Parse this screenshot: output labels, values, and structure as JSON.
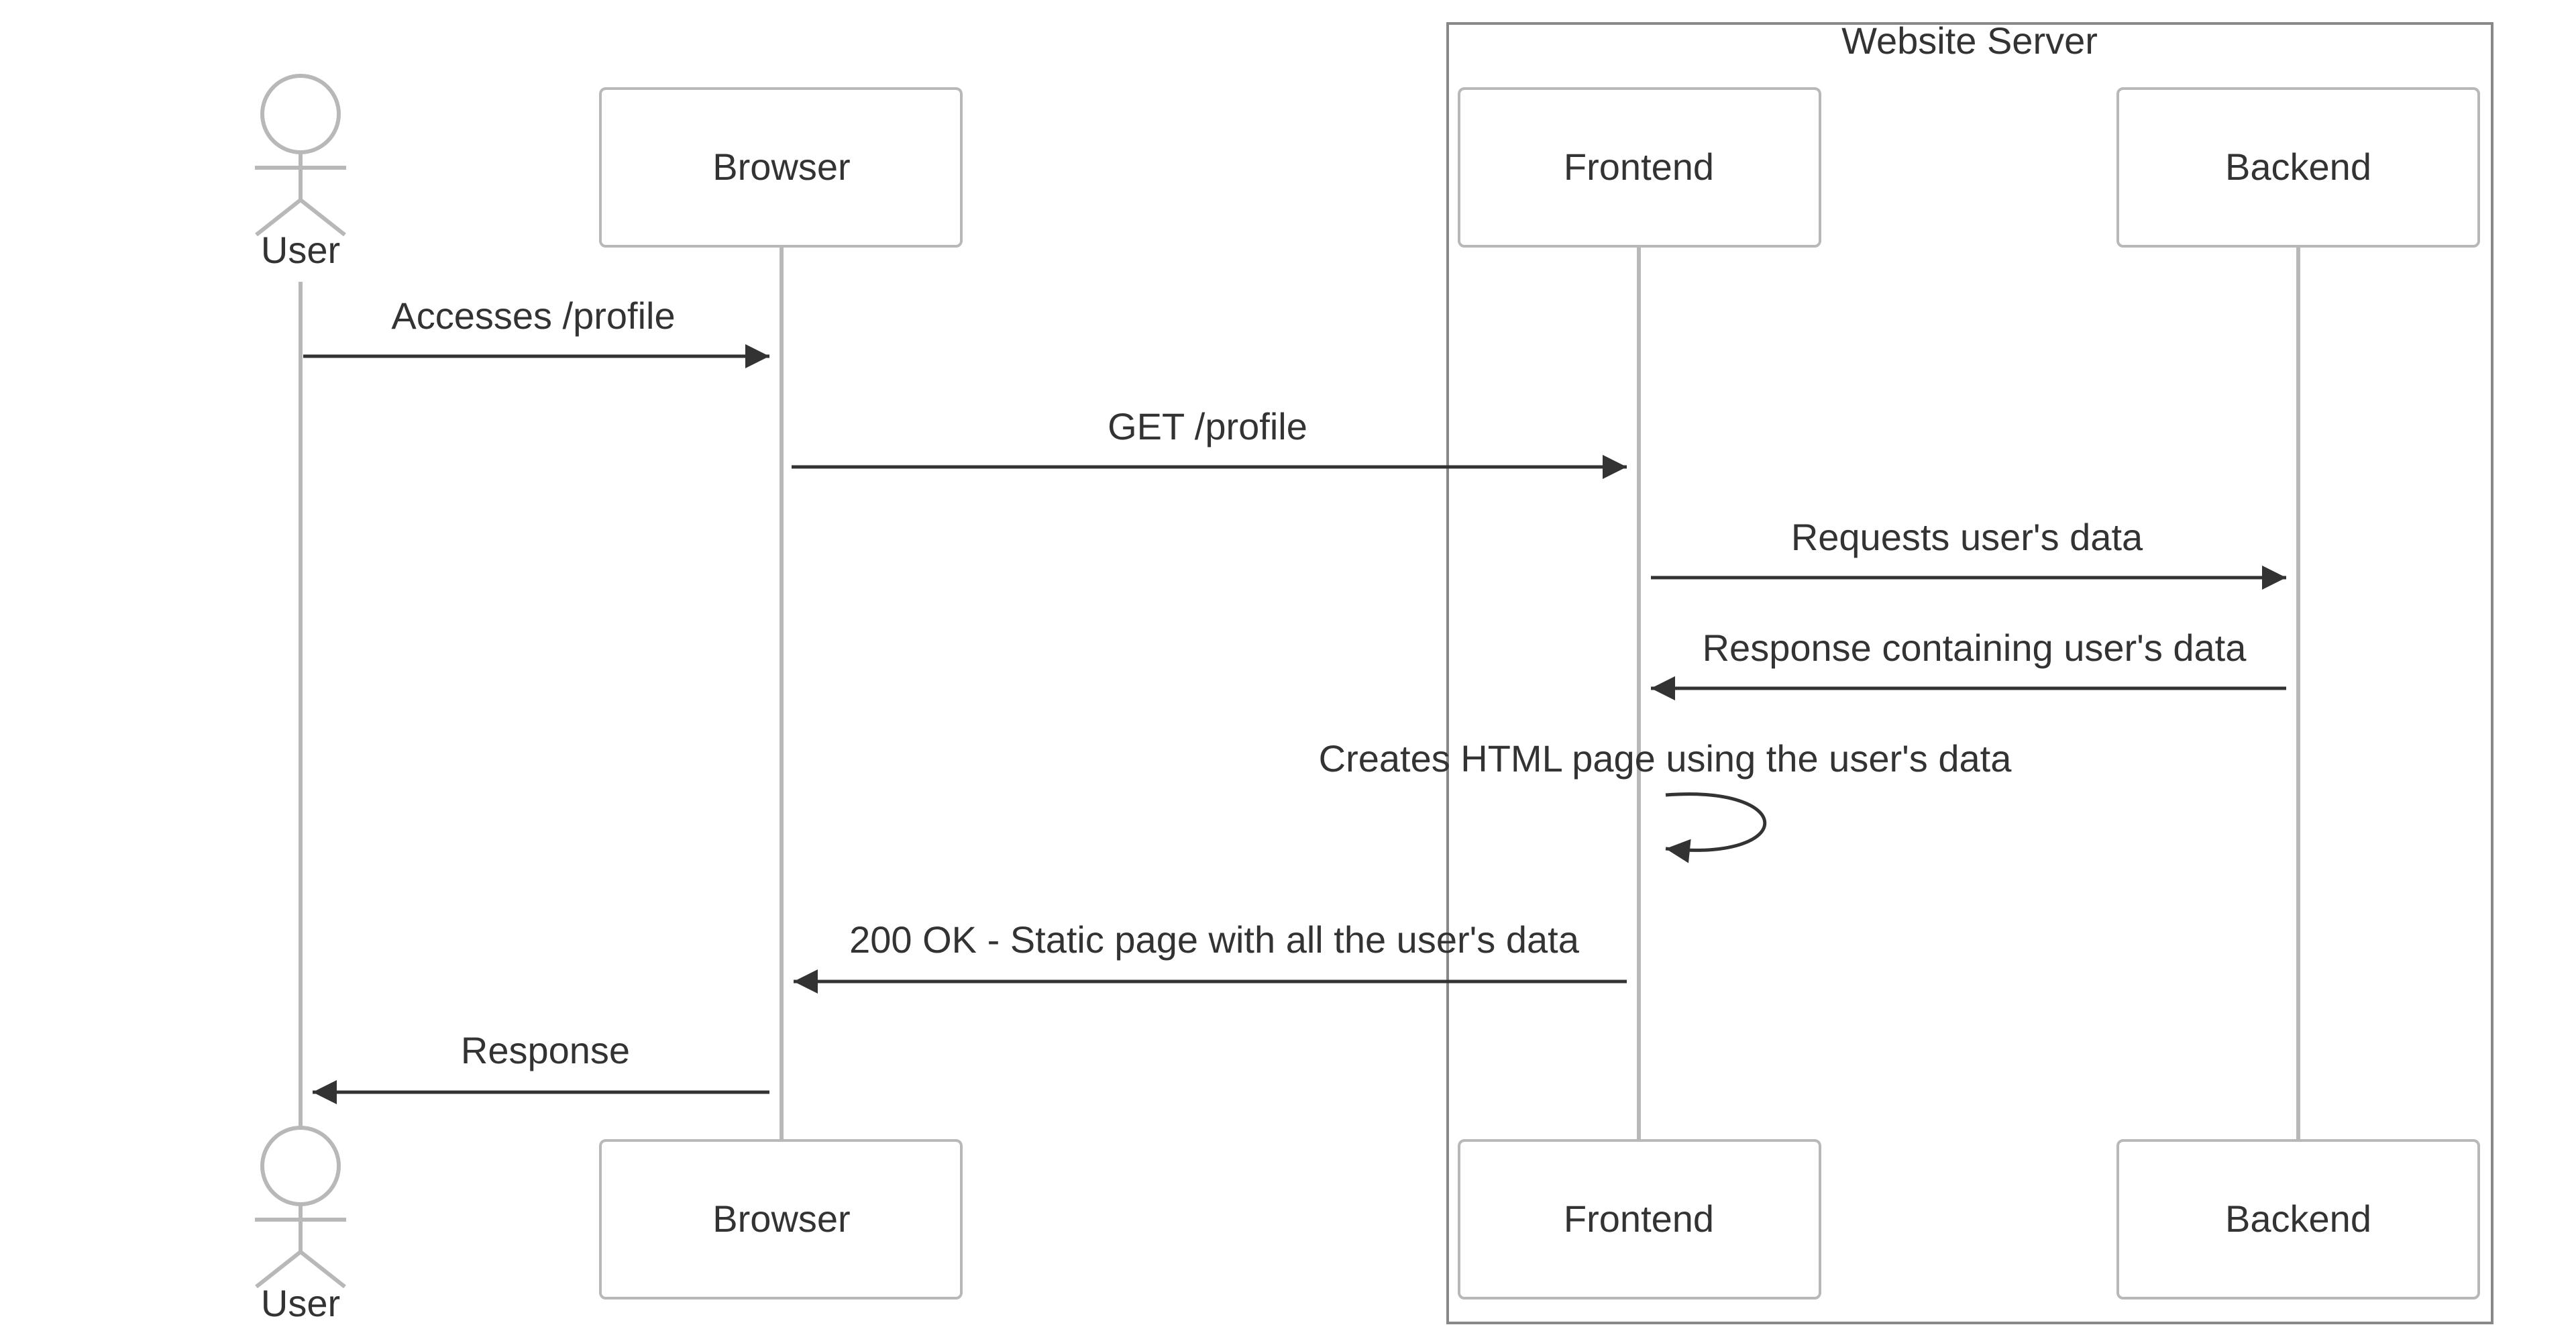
{
  "diagram": {
    "type": "sequence",
    "group": {
      "label": "Website Server"
    },
    "participants": [
      {
        "id": "user",
        "label": "User",
        "kind": "actor"
      },
      {
        "id": "browser",
        "label": "Browser",
        "kind": "box"
      },
      {
        "id": "frontend",
        "label": "Frontend",
        "kind": "box"
      },
      {
        "id": "backend",
        "label": "Backend",
        "kind": "box"
      }
    ],
    "messages": [
      {
        "from": "user",
        "to": "browser",
        "label": "Accesses /profile"
      },
      {
        "from": "browser",
        "to": "frontend",
        "label": "GET /profile"
      },
      {
        "from": "frontend",
        "to": "backend",
        "label": "Requests user's data"
      },
      {
        "from": "backend",
        "to": "frontend",
        "label": "Response containing user's data"
      },
      {
        "from": "frontend",
        "to": "frontend",
        "label": "Creates HTML page using the user's data"
      },
      {
        "from": "frontend",
        "to": "browser",
        "label": "200 OK - Static page with all the user's data"
      },
      {
        "from": "browser",
        "to": "user",
        "label": "Response"
      }
    ]
  },
  "colors": {
    "lifeline": "#B8B8B8",
    "box_stroke": "#B8B8B8",
    "group_stroke": "#888888",
    "arrow": "#333333",
    "text": "#333333"
  }
}
